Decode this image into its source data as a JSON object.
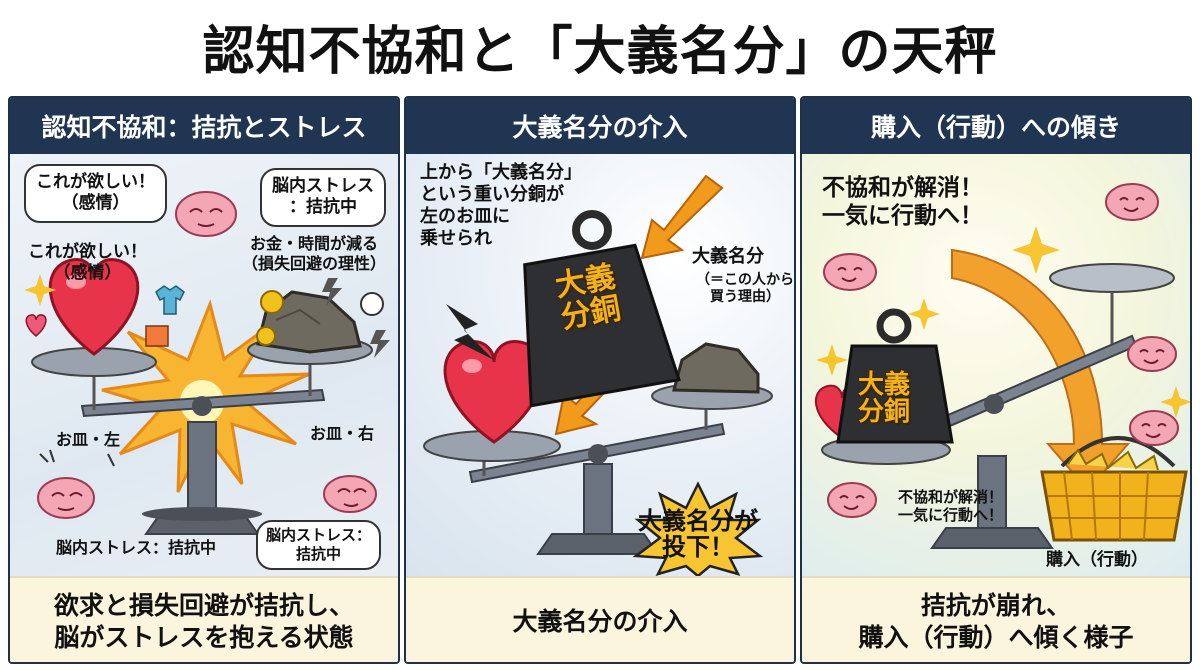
{
  "title": "認知不協和と「大義名分」の天秤",
  "panels": [
    {
      "header": "認知不協和：拮抗とストレス",
      "bubble_left": [
        "これが欲しい！",
        "（感情）"
      ],
      "bubble_right": [
        "脳内ストレス",
        "：拮抗中"
      ],
      "label_emotion": [
        "これが欲しい！",
        "（感情）"
      ],
      "label_reason": [
        "お金・時間が減る",
        "（損失回避の理性）"
      ],
      "pan_left": "お皿・左",
      "pan_right": "お皿・右",
      "stress_bottom_left": "脳内ストレス：拮抗中",
      "bubble_bottom_right": [
        "脳内ストレス：",
        "拮抗中"
      ],
      "footer": [
        "欲求と損失回避が拮抗し、",
        "脳がストレスを抱える状態"
      ]
    },
    {
      "header": "大義名分の介入",
      "drop_text": [
        "上から「大義名分」",
        "という重い分銅が",
        "左のお皿に",
        "乗せられ"
      ],
      "weight_label": [
        "大義",
        "分銅"
      ],
      "side_title": "大義名分",
      "side_note": [
        "（＝この人から",
        "買う理由）"
      ],
      "burst": [
        "大義名分が",
        "投下！"
      ],
      "footer": [
        "大義名分の介入"
      ]
    },
    {
      "header": "購入（行動）への傾き",
      "headline": [
        "不協和が解消！",
        "一気に行動へ！"
      ],
      "weight_label": [
        "大義",
        "分銅"
      ],
      "small_text": [
        "不協和が解消！",
        "一気に行動へ！"
      ],
      "basket_label": "購入（行動）",
      "footer": [
        "拮抗が崩れ、",
        "購入（行動）へ傾く様子"
      ]
    }
  ],
  "colors": {
    "header_bg": "#1f3552",
    "footer_bg": "#fbf5de",
    "heart": "#e8344a",
    "arrow": "#f29a1c",
    "weight_text": "#f2b21c"
  }
}
